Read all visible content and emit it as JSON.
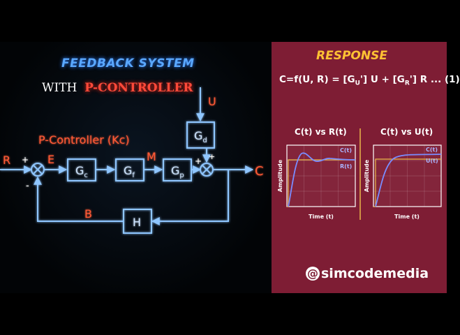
{
  "titles": {
    "main": "FEEDBACK SYSTEM",
    "subtitle_prefix": "WITH",
    "subtitle_highlight": "P-CONTROLLER"
  },
  "diagram": {
    "controller_label": "P-Controller (Kc)",
    "signals": {
      "R": "R",
      "E": "E",
      "M": "M",
      "C": "C",
      "B": "B",
      "U": "U"
    },
    "signs": {
      "sum1_plus": "+",
      "sum1_minus": "-",
      "sum2_plus": "+",
      "sum2_plus_top": "+"
    },
    "blocks": {
      "gc": {
        "main": "G",
        "sub": "c"
      },
      "gf": {
        "main": "G",
        "sub": "f"
      },
      "gp": {
        "main": "G",
        "sub": "p"
      },
      "gd": {
        "main": "G",
        "sub": "d"
      },
      "h": {
        "main": "H"
      }
    }
  },
  "response": {
    "title": "RESPONSE",
    "equation": {
      "lhs": "C=f(U, R) = [G",
      "sub1": "U",
      "mid": "'] U + [G",
      "sub2": "R",
      "rhs": "'] R ... (1)"
    },
    "chart_left": {
      "title": "C(t) vs R(t)",
      "ylabel": "Amplitude",
      "xlabel": "Time (t)",
      "legend": [
        "C(t)",
        "R(t)"
      ]
    },
    "chart_right": {
      "title": "C(t) vs U(t)",
      "ylabel": "Amplitude",
      "xlabel": "Time (t)",
      "legend": [
        "C(t)",
        "U(t)"
      ]
    }
  },
  "watermark": {
    "at": "@",
    "handle": "simcodemedia"
  },
  "colors": {
    "blue_glow": "#6fb4ff",
    "orange_text": "#ff5a36",
    "panel": "#7e1d34",
    "title_blue": "#5aa8ff",
    "title_yellow": "#ffc233",
    "curve_c": "#7a8cff",
    "curve_ref": "#e8b84a"
  }
}
